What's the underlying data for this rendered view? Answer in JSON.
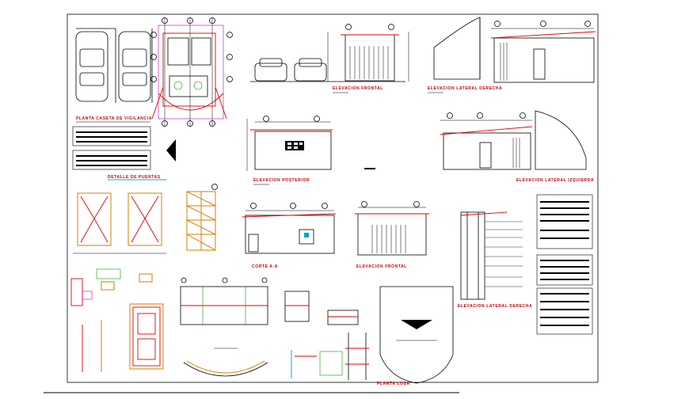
{
  "sheet": {
    "labels": {
      "planta_caseta": "PLANTA CASETA DE VIGILANCIA",
      "elev_frontal_top": "ELEVACION FRONTAL",
      "elev_lateral_top": "ELEVACION LATERAL DERECHA",
      "elev_posterior": "ELEVACION POSTERIOR",
      "elev_lateral_mid": "ELEVACION LATERAL IZQUIERDA",
      "corte": "CORTE A-A",
      "elev_frontal_mid": "ELEVACION FRONTAL",
      "detalle_puertas": "DETALLE DE PUERTAS",
      "elev_lateral_section": "ELEVACION LATERAL DERECHA",
      "planta_losa": "PLANTA LOSA"
    },
    "colors": {
      "paper": "#ffffff",
      "line": "#000000",
      "title_red": "#c00000",
      "wall_red": "#e00000",
      "magenta": "#c000c0",
      "green": "#00a000",
      "orange": "#d08000",
      "cyan": "#00b0d0",
      "blue": "#0000c0"
    }
  }
}
